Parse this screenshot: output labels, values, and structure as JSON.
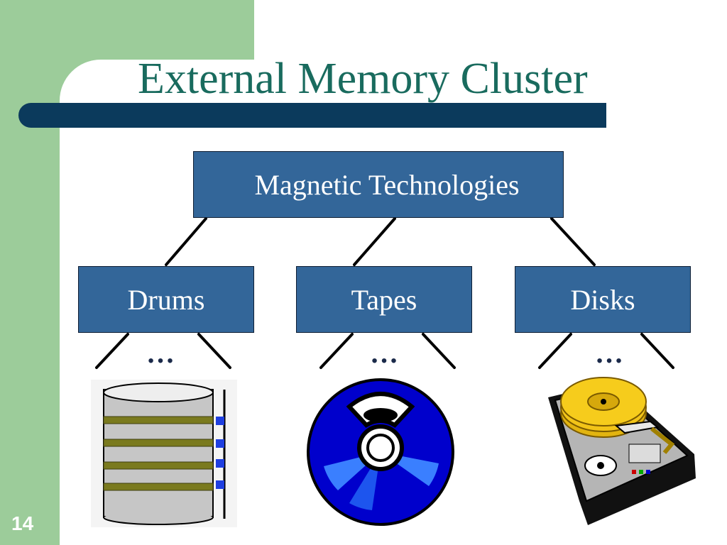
{
  "slide": {
    "title": "External Memory Cluster",
    "page_number": "14"
  },
  "diagram": {
    "root": "Magnetic Technologies",
    "children": [
      {
        "label": "Drums",
        "more": "…",
        "icon": "drum-storage-icon"
      },
      {
        "label": "Tapes",
        "more": "…",
        "icon": "tape-reel-icon"
      },
      {
        "label": "Disks",
        "more": "…",
        "icon": "hard-disk-icon"
      }
    ]
  },
  "colors": {
    "green_band": "#9ccc9a",
    "title_text": "#196b5e",
    "title_bar": "#0b3a5c",
    "node_fill": "#336699",
    "node_text": "#ffffff"
  }
}
